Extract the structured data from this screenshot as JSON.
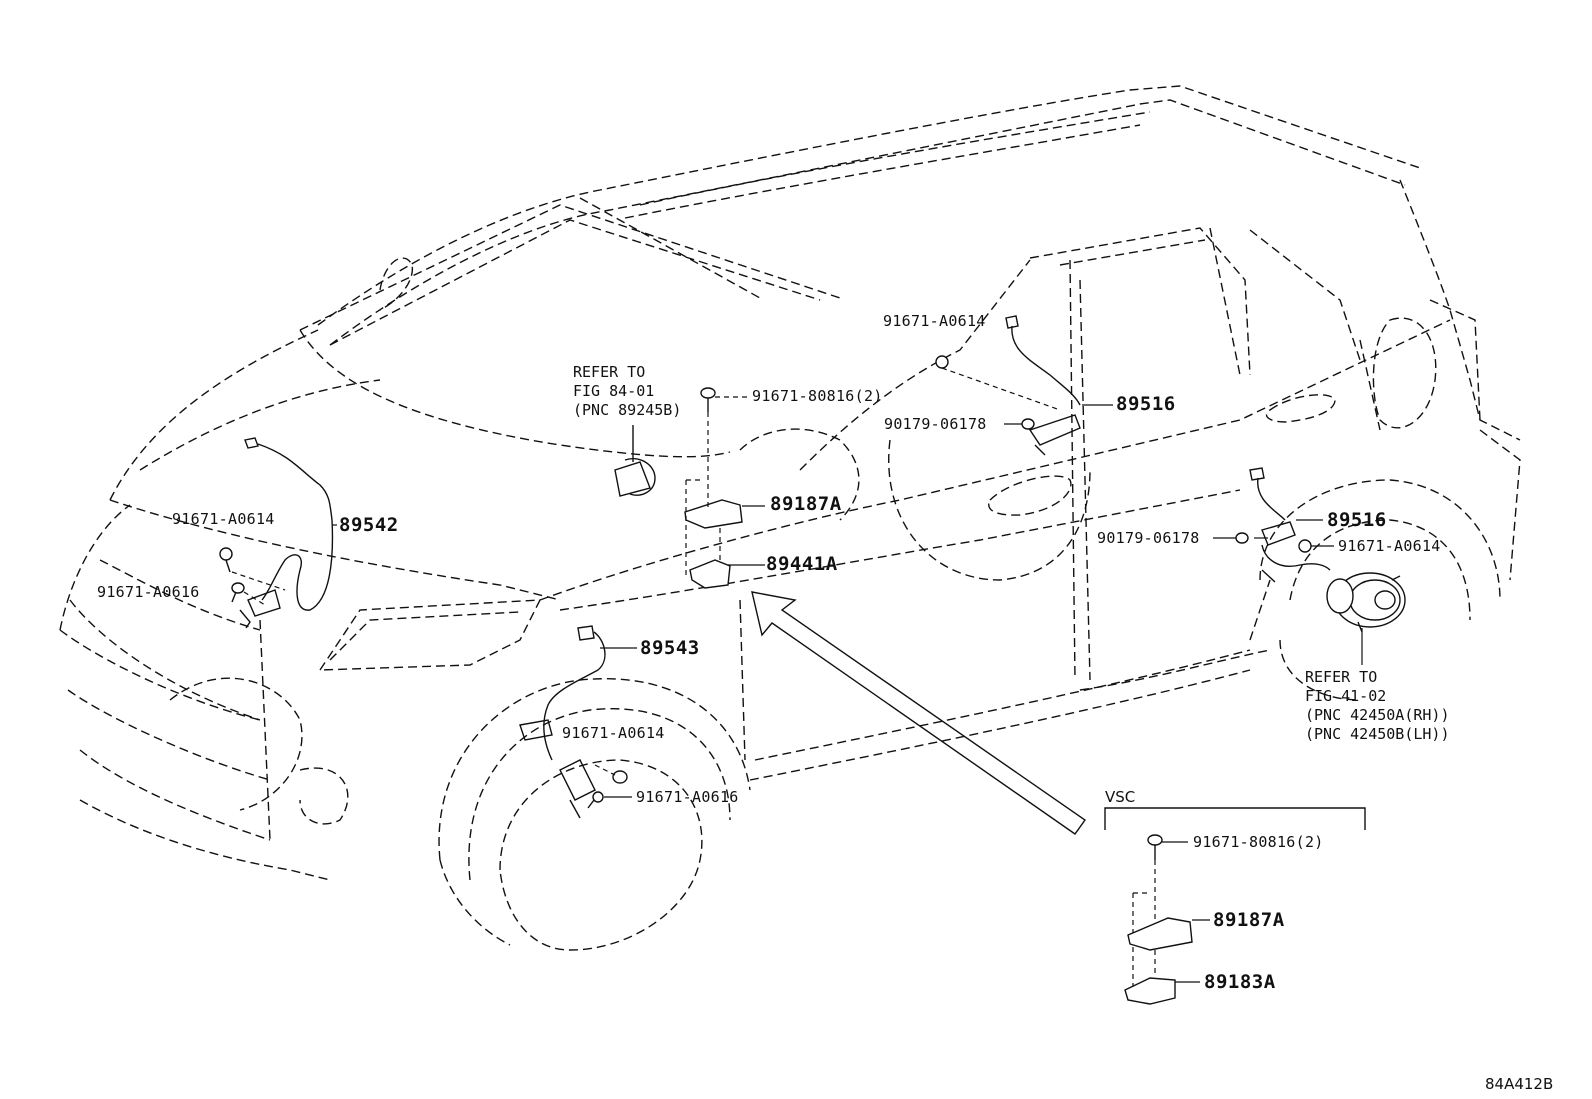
{
  "callouts": {
    "refer_fig_84_01": [
      "REFER TO",
      "FIG 84-01",
      "(PNC 89245B)"
    ],
    "refer_fig_41_02": [
      "REFER TO",
      "FIG 41-02",
      "(PNC 42450A(RH))",
      "(PNC 42450B(LH))"
    ],
    "p91671_80816_top": "91671-80816(2)",
    "p91671_a0614_rear_upper": "91671-A0614",
    "p89516_upper": "89516",
    "p90179_06178_upper": "90179-06178",
    "p89187a_main": "89187A",
    "p89441a": "89441A",
    "p91671_a0614_front_left": "91671-A0614",
    "p89542": "89542",
    "p91671_a0616_front_left": "91671-A0616",
    "p89543": "89543",
    "p91671_a0614_front_right": "91671-A0614",
    "p91671_a0616_front_right": "91671-A0616",
    "p89516_lower": "89516",
    "p90179_06178_lower": "90179-06178",
    "p91671_a0614_rear_lower": "91671-A0614",
    "vsc_title": "VSC",
    "vsc_91671_80816": "91671-80816(2)",
    "vsc_89187a": "89187A",
    "vsc_89183a": "89183A"
  },
  "figure_id": "84A412B"
}
